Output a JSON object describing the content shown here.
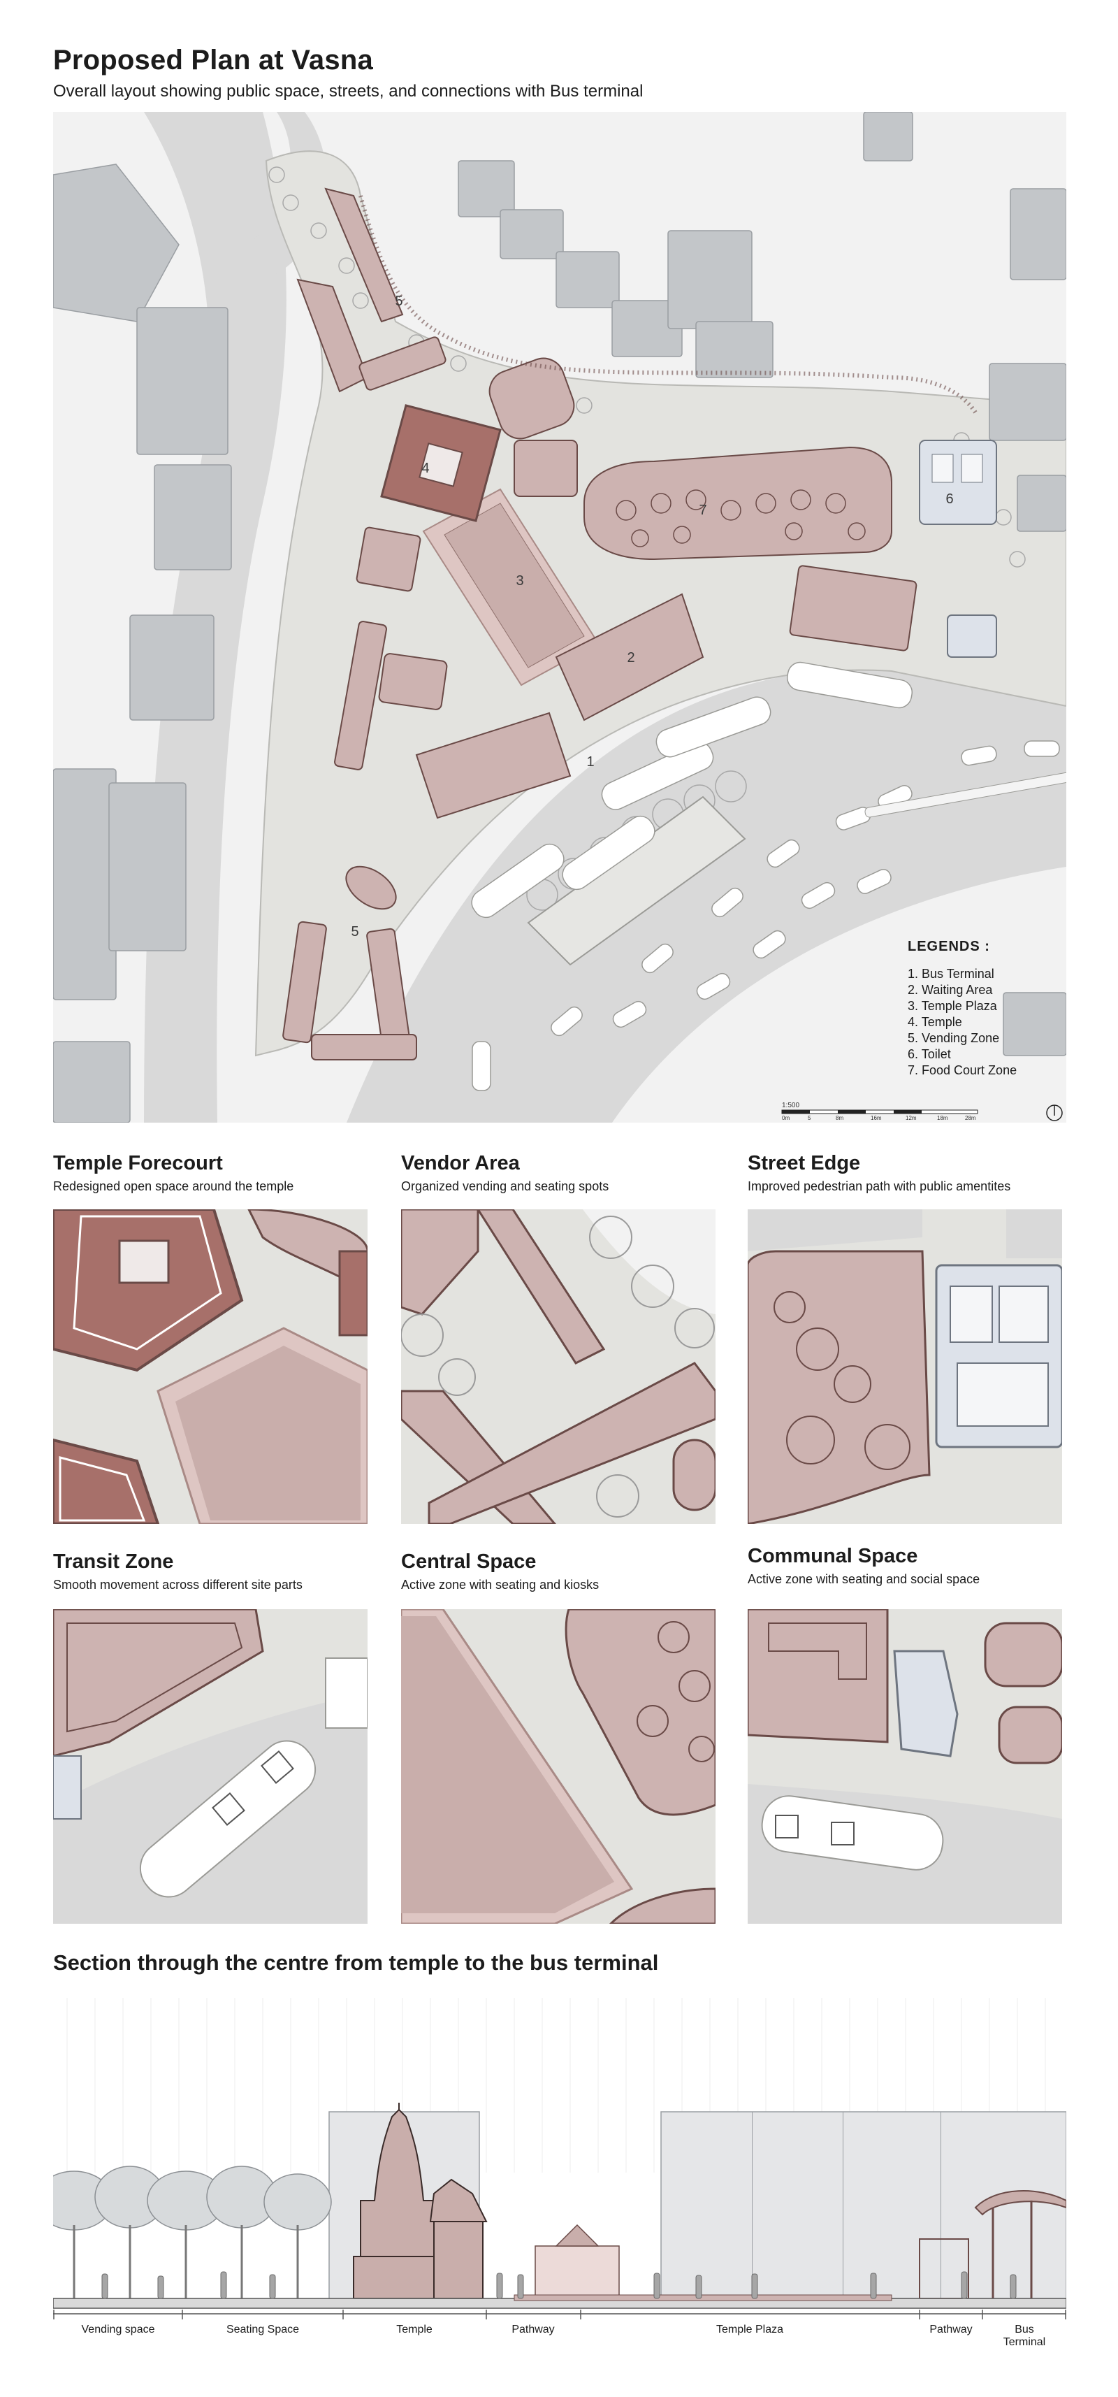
{
  "header": {
    "title": "Proposed Plan at Vasna",
    "subtitle": "Overall layout showing public space, streets, and connections with Bus terminal"
  },
  "plan": {
    "zone_numbers": [
      "1",
      "2",
      "3",
      "4",
      "5",
      "5",
      "6",
      "7"
    ],
    "legend": {
      "title": "LEGENDS :",
      "items": [
        "1. Bus Terminal",
        "2. Waiting Area",
        "3. Temple Plaza",
        "4. Temple",
        "5. Vending Zone",
        "6. Toilet",
        "7.  Food Court Zone"
      ]
    },
    "scale": {
      "label": "1:500",
      "ticks": [
        "0m",
        "5",
        "8m",
        "16m",
        "12m",
        "18m",
        "28m"
      ]
    }
  },
  "zones": [
    {
      "title": "Temple Forecourt",
      "subtitle": "Redesigned open space around the temple"
    },
    {
      "title": "Vendor Area",
      "subtitle": "Organized vending and seating spots"
    },
    {
      "title": "Street Edge",
      "subtitle": "Improved pedestrian path with public amentites"
    },
    {
      "title": "Transit Zone",
      "subtitle": "Smooth movement across different site parts"
    },
    {
      "title": "Central Space",
      "subtitle": "Active zone with seating and kiosks"
    },
    {
      "title": "Communal Space",
      "subtitle": "Active zone with seating and social space"
    }
  ],
  "section": {
    "title": "Section through the centre from temple to the bus terminal",
    "labels": [
      "Vending space",
      "Seating Space",
      "Temple",
      "Pathway",
      "Temple Plaza",
      "Pathway",
      "Bus Terminal"
    ]
  },
  "colors": {
    "road": "#d9d9d9",
    "ground": "#f2f2f2",
    "plaza": "#e3e3df",
    "building": "#c3c6c9",
    "zone_fill": "#cdb3b1",
    "temple_fill": "#a7706a",
    "outline": "#6a4a47"
  }
}
